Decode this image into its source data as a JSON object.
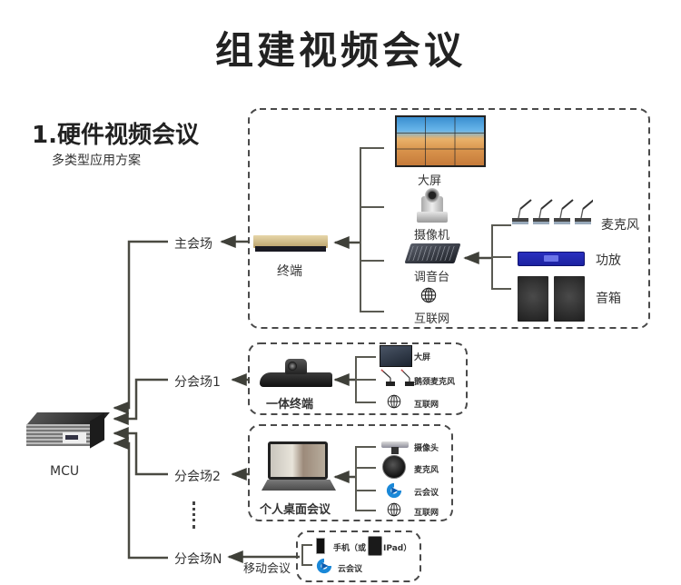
{
  "title": "组建视频会议",
  "section": {
    "title": "1.硬件视频会议",
    "subtitle": "多类型应用方案"
  },
  "mcu": {
    "label": "MCU",
    "icon": "mcu-server-icon"
  },
  "sites": {
    "main": "主会场",
    "branch1": "分会场1",
    "branch2": "分会场2",
    "branchN": "分会场N",
    "ellipsis": "……"
  },
  "main_site_box": {
    "terminal_label": "终端",
    "devices": [
      {
        "label": "大屏",
        "icon": "video-wall-icon"
      },
      {
        "label": "摄像机",
        "icon": "ptz-camera-icon"
      },
      {
        "label": "调音台",
        "icon": "audio-mixer-icon"
      },
      {
        "label": "互联网",
        "icon": "globe-icon"
      }
    ],
    "audio_devices": [
      {
        "label": "麦克风",
        "icon": "conference-mic-icon"
      },
      {
        "label": "功放",
        "icon": "amplifier-icon"
      },
      {
        "label": "音箱",
        "icon": "speaker-icon"
      }
    ]
  },
  "branch1_box": {
    "terminal_label": "一体终端",
    "devices": [
      {
        "label": "大屏",
        "icon": "monitor-icon"
      },
      {
        "label": "鹅颈麦克风",
        "icon": "gooseneck-mic-icon"
      },
      {
        "label": "互联网",
        "icon": "globe-icon"
      }
    ]
  },
  "branch2_box": {
    "terminal_label": "个人桌面会议",
    "devices": [
      {
        "label": "摄像头",
        "icon": "webcam-icon"
      },
      {
        "label": "麦克风",
        "icon": "puck-mic-icon"
      },
      {
        "label": "云会议",
        "icon": "cloud-meeting-logo-icon"
      },
      {
        "label": "互联网",
        "icon": "globe-icon"
      }
    ]
  },
  "branchN_box": {
    "terminal_label": "移动会议",
    "devices": [
      {
        "label": "手机（或",
        "icon": "phone-icon"
      },
      {
        "label": "IPad）",
        "icon": "tablet-icon"
      },
      {
        "label": "云会议",
        "icon": "cloud-meeting-logo-icon"
      }
    ]
  },
  "colors": {
    "line": "#4a4a42",
    "dash": "#4a4a4a",
    "text": "#333333"
  }
}
